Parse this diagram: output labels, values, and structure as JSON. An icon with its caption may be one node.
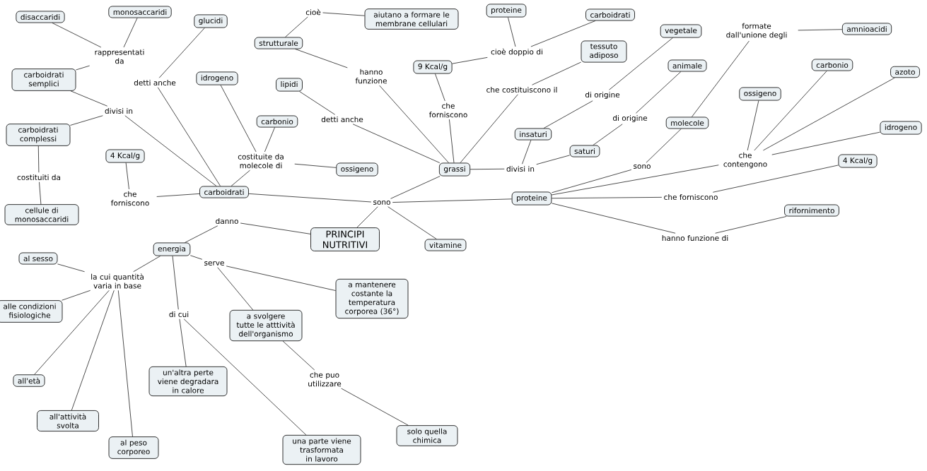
{
  "diagram": {
    "nodes": [
      {
        "text": [
          "PRINCIPI NUTRITIVI"
        ]
      },
      {
        "text": [
          "sono"
        ]
      },
      {
        "text": [
          "carboidrati"
        ]
      },
      {
        "text": [
          "grassi"
        ]
      },
      {
        "text": [
          "proteine"
        ]
      },
      {
        "text": [
          "vitamine"
        ]
      },
      {
        "text": [
          "danno"
        ]
      },
      {
        "text": [
          "energia"
        ]
      },
      {
        "text": [
          "che forniscono"
        ]
      },
      {
        "text": [
          "4 Kcal/g"
        ]
      },
      {
        "text": [
          "divisi in"
        ]
      },
      {
        "text": [
          "carboidrati semplici"
        ]
      },
      {
        "text": [
          "carboidrati complessi"
        ]
      },
      {
        "text": [
          "costituiti da"
        ]
      },
      {
        "text": [
          "cellule di monosaccaridi"
        ]
      },
      {
        "text": [
          "rappresentati da"
        ]
      },
      {
        "text": [
          "disaccaridi"
        ]
      },
      {
        "text": [
          "monosaccaridi"
        ]
      },
      {
        "text": [
          "detti anche"
        ]
      },
      {
        "text": [
          "glucidi"
        ]
      },
      {
        "text": [
          "costituite da molecole di"
        ]
      },
      {
        "text": [
          "idrogeno"
        ]
      },
      {
        "text": [
          "carbonio"
        ]
      },
      {
        "text": [
          "ossigeno"
        ]
      },
      {
        "text": [
          "detti anche"
        ]
      },
      {
        "text": [
          "lipidi"
        ]
      },
      {
        "text": [
          "hanno funzione"
        ]
      },
      {
        "text": [
          "strutturale"
        ]
      },
      {
        "text": [
          "cioè"
        ]
      },
      {
        "text": [
          "aiutano a formare le membrane cellulari"
        ]
      },
      {
        "text": [
          "che forniscono"
        ]
      },
      {
        "text": [
          "9 Kcal/g"
        ]
      },
      {
        "text": [
          "cioè doppio di"
        ]
      },
      {
        "text": [
          "proteine"
        ]
      },
      {
        "text": [
          "carboidrati"
        ]
      },
      {
        "text": [
          "che costituiscono il"
        ]
      },
      {
        "text": [
          "tessuto adiposo"
        ]
      },
      {
        "text": [
          "divisi in"
        ]
      },
      {
        "text": [
          "insaturi"
        ]
      },
      {
        "text": [
          "saturi"
        ]
      },
      {
        "text": [
          "di origine"
        ]
      },
      {
        "text": [
          "vegetale"
        ]
      },
      {
        "text": [
          "di origine"
        ]
      },
      {
        "text": [
          "animale"
        ]
      },
      {
        "text": [
          "sono"
        ]
      },
      {
        "text": [
          "molecole"
        ]
      },
      {
        "text": [
          "formate dall'unione degli"
        ]
      },
      {
        "text": [
          "amnioacidi"
        ]
      },
      {
        "text": [
          "che contengono"
        ]
      },
      {
        "text": [
          "ossigeno"
        ]
      },
      {
        "text": [
          "carbonio"
        ]
      },
      {
        "text": [
          "azoto"
        ]
      },
      {
        "text": [
          "idrogeno"
        ]
      },
      {
        "text": [
          "che forniscono"
        ]
      },
      {
        "text": [
          "4 Kcal/g"
        ]
      },
      {
        "text": [
          "hanno funzione di"
        ]
      },
      {
        "text": [
          "rifornimento"
        ]
      },
      {
        "text": [
          "la cui quantità varia in base"
        ]
      },
      {
        "text": [
          "al sesso"
        ]
      },
      {
        "text": [
          "alle condizioni fisiologiche"
        ]
      },
      {
        "text": [
          "all'età"
        ]
      },
      {
        "text": [
          "all'attività svolta"
        ]
      },
      {
        "text": [
          "al peso corporeo"
        ]
      },
      {
        "text": [
          "serve"
        ]
      },
      {
        "text": [
          "a svolgere tutte le atttività dell'organismo"
        ]
      },
      {
        "text": [
          "a mantenere costante la temperatura corporea (36°)"
        ]
      },
      {
        "text": [
          "che puo utilizzare"
        ]
      },
      {
        "text": [
          "solo quella chimica"
        ]
      },
      {
        "text": [
          "di cui"
        ]
      },
      {
        "text": [
          "un'altra perte viene degradara in calore"
        ]
      },
      {
        "text": [
          "una parte viene trasformata in lavoro"
        ]
      }
    ],
    "edges": [
      {
        "from": 0,
        "to": 1,
        "arrow": "none"
      },
      {
        "from": 1,
        "to": 2,
        "arrow": "none"
      },
      {
        "from": 1,
        "to": 3,
        "arrow": "none"
      },
      {
        "from": 1,
        "to": 4,
        "arrow": "none"
      },
      {
        "from": 1,
        "to": 5,
        "arrow": "none"
      },
      {
        "from": 0,
        "to": 6,
        "arrow": "none"
      },
      {
        "from": 6,
        "to": 7,
        "arrow": "none"
      },
      {
        "from": 2,
        "to": 8,
        "arrow": "none"
      },
      {
        "from": 8,
        "to": 9,
        "arrow": "none"
      },
      {
        "from": 2,
        "to": 10,
        "arrow": "none"
      },
      {
        "from": 10,
        "to": 11,
        "arrow": "none"
      },
      {
        "from": 10,
        "to": 12,
        "arrow": "none"
      },
      {
        "from": 12,
        "to": 13,
        "arrow": "none"
      },
      {
        "from": 13,
        "to": 14,
        "arrow": "none"
      },
      {
        "from": 11,
        "to": 15,
        "arrow": "none"
      },
      {
        "from": 15,
        "to": 16,
        "arrow": "none"
      },
      {
        "from": 15,
        "to": 17,
        "arrow": "none"
      },
      {
        "from": 2,
        "to": 18,
        "arrow": "none"
      },
      {
        "from": 18,
        "to": 19,
        "arrow": "none"
      },
      {
        "from": 2,
        "to": 20,
        "arrow": "none"
      },
      {
        "from": 20,
        "to": 21,
        "arrow": "none"
      },
      {
        "from": 20,
        "to": 22,
        "arrow": "none"
      },
      {
        "from": 20,
        "to": 23,
        "arrow": "none"
      },
      {
        "from": 3,
        "to": 24,
        "arrow": "none"
      },
      {
        "from": 24,
        "to": 25,
        "arrow": "none"
      },
      {
        "from": 3,
        "to": 26,
        "arrow": "none"
      },
      {
        "from": 26,
        "to": 27,
        "arrow": "none"
      },
      {
        "from": 27,
        "to": 28,
        "arrow": "none"
      },
      {
        "from": 28,
        "to": 29,
        "arrow": "none"
      },
      {
        "from": 3,
        "to": 30,
        "arrow": "none"
      },
      {
        "from": 30,
        "to": 31,
        "arrow": "none"
      },
      {
        "from": 31,
        "to": 32,
        "arrow": "none"
      },
      {
        "from": 32,
        "to": 33,
        "arrow": "none"
      },
      {
        "from": 32,
        "to": 34,
        "arrow": "none"
      },
      {
        "from": 3,
        "to": 35,
        "arrow": "none"
      },
      {
        "from": 35,
        "to": 36,
        "arrow": "none"
      },
      {
        "from": 3,
        "to": 37,
        "arrow": "none"
      },
      {
        "from": 37,
        "to": 38,
        "arrow": "none"
      },
      {
        "from": 37,
        "to": 39,
        "arrow": "none"
      },
      {
        "from": 38,
        "to": 40,
        "arrow": "none"
      },
      {
        "from": 40,
        "to": 41,
        "arrow": "none"
      },
      {
        "from": 39,
        "to": 42,
        "arrow": "none"
      },
      {
        "from": 42,
        "to": 43,
        "arrow": "none"
      },
      {
        "from": 4,
        "to": 44,
        "arrow": "none"
      },
      {
        "from": 44,
        "to": 45,
        "arrow": "none"
      },
      {
        "from": 45,
        "to": 46,
        "arrow": "none"
      },
      {
        "from": 46,
        "to": 47,
        "arrow": "none"
      },
      {
        "from": 4,
        "to": 48,
        "arrow": "none"
      },
      {
        "from": 48,
        "to": 49,
        "arrow": "none"
      },
      {
        "from": 48,
        "to": 50,
        "arrow": "none"
      },
      {
        "from": 48,
        "to": 51,
        "arrow": "none"
      },
      {
        "from": 48,
        "to": 52,
        "arrow": "none"
      },
      {
        "from": 4,
        "to": 53,
        "arrow": "none"
      },
      {
        "from": 53,
        "to": 54,
        "arrow": "none"
      },
      {
        "from": 4,
        "to": 55,
        "arrow": "none"
      },
      {
        "from": 55,
        "to": 56,
        "arrow": "none"
      },
      {
        "from": 7,
        "to": 57,
        "arrow": "none"
      },
      {
        "from": 57,
        "to": 58,
        "arrow": "none"
      },
      {
        "from": 57,
        "to": 59,
        "arrow": "none"
      },
      {
        "from": 57,
        "to": 60,
        "arrow": "none"
      },
      {
        "from": 57,
        "to": 61,
        "arrow": "none"
      },
      {
        "from": 57,
        "to": 62,
        "arrow": "none"
      },
      {
        "from": 7,
        "to": 63,
        "arrow": "none"
      },
      {
        "from": 63,
        "to": 64,
        "arrow": "none"
      },
      {
        "from": 63,
        "to": 65,
        "arrow": "none"
      },
      {
        "from": 64,
        "to": 66,
        "arrow": "none"
      },
      {
        "from": 66,
        "to": 67,
        "arrow": "none"
      },
      {
        "from": 7,
        "to": 68,
        "arrow": "none"
      },
      {
        "from": 68,
        "to": 69,
        "arrow": "none"
      },
      {
        "from": 68,
        "to": 70,
        "arrow": "none"
      }
    ]
  }
}
